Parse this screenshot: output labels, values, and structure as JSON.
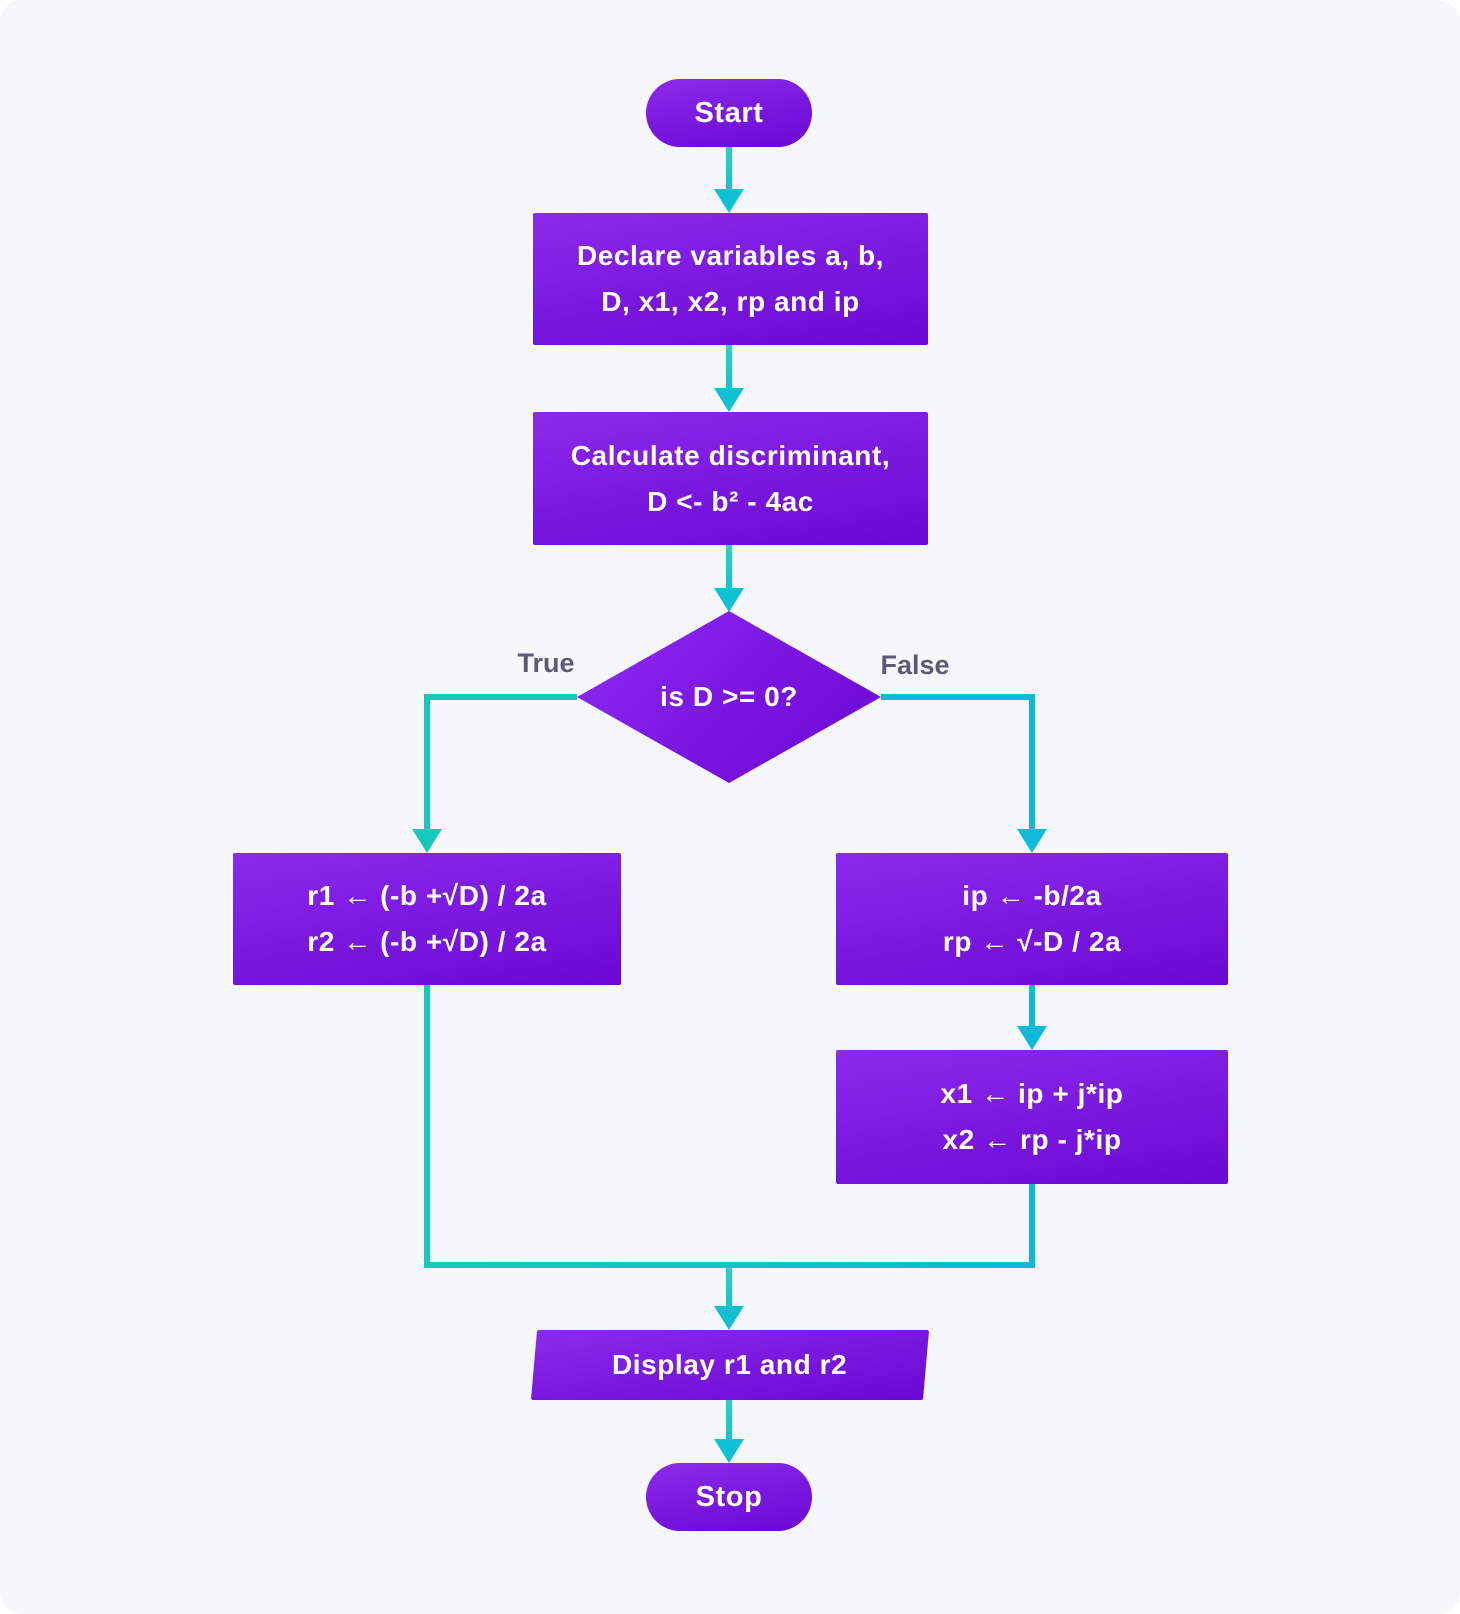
{
  "colors": {
    "canvas_bg": "#F6F7FB",
    "node_gradient_from": "#8B2AEC",
    "node_gradient_to": "#6B07D3",
    "connector_teal": "#18C9BB",
    "connector_cyan": "#0DBAD9",
    "connector_mid": "#12C3CE",
    "arrowhead": "#10C0D4",
    "branch_label_color": "#5C5B77",
    "node_text_color": "#FFFFFF"
  },
  "flowchart": {
    "start": {
      "label": "Start"
    },
    "declare": {
      "line1": "Declare variables a, b,",
      "line2": "D, x1, x2, rp and ip"
    },
    "calculate": {
      "line1": "Calculate discriminant,",
      "line2": "D <- b² - 4ac"
    },
    "decision": {
      "label": "is D >= 0?",
      "true_branch": "True",
      "false_branch": "False"
    },
    "real_roots": {
      "line1": "r1 ← (-b +√D) / 2a",
      "line2": "r2 ← (-b +√D) / 2a"
    },
    "complex_parts": {
      "line1": "ip ← -b/2a",
      "line2": "rp ← √-D / 2a"
    },
    "complex_roots": {
      "line1": "x1 ← ip + j*ip",
      "line2": "x2 ← rp - j*ip"
    },
    "display": {
      "label": "Display r1 and r2"
    },
    "stop": {
      "label": "Stop"
    }
  }
}
